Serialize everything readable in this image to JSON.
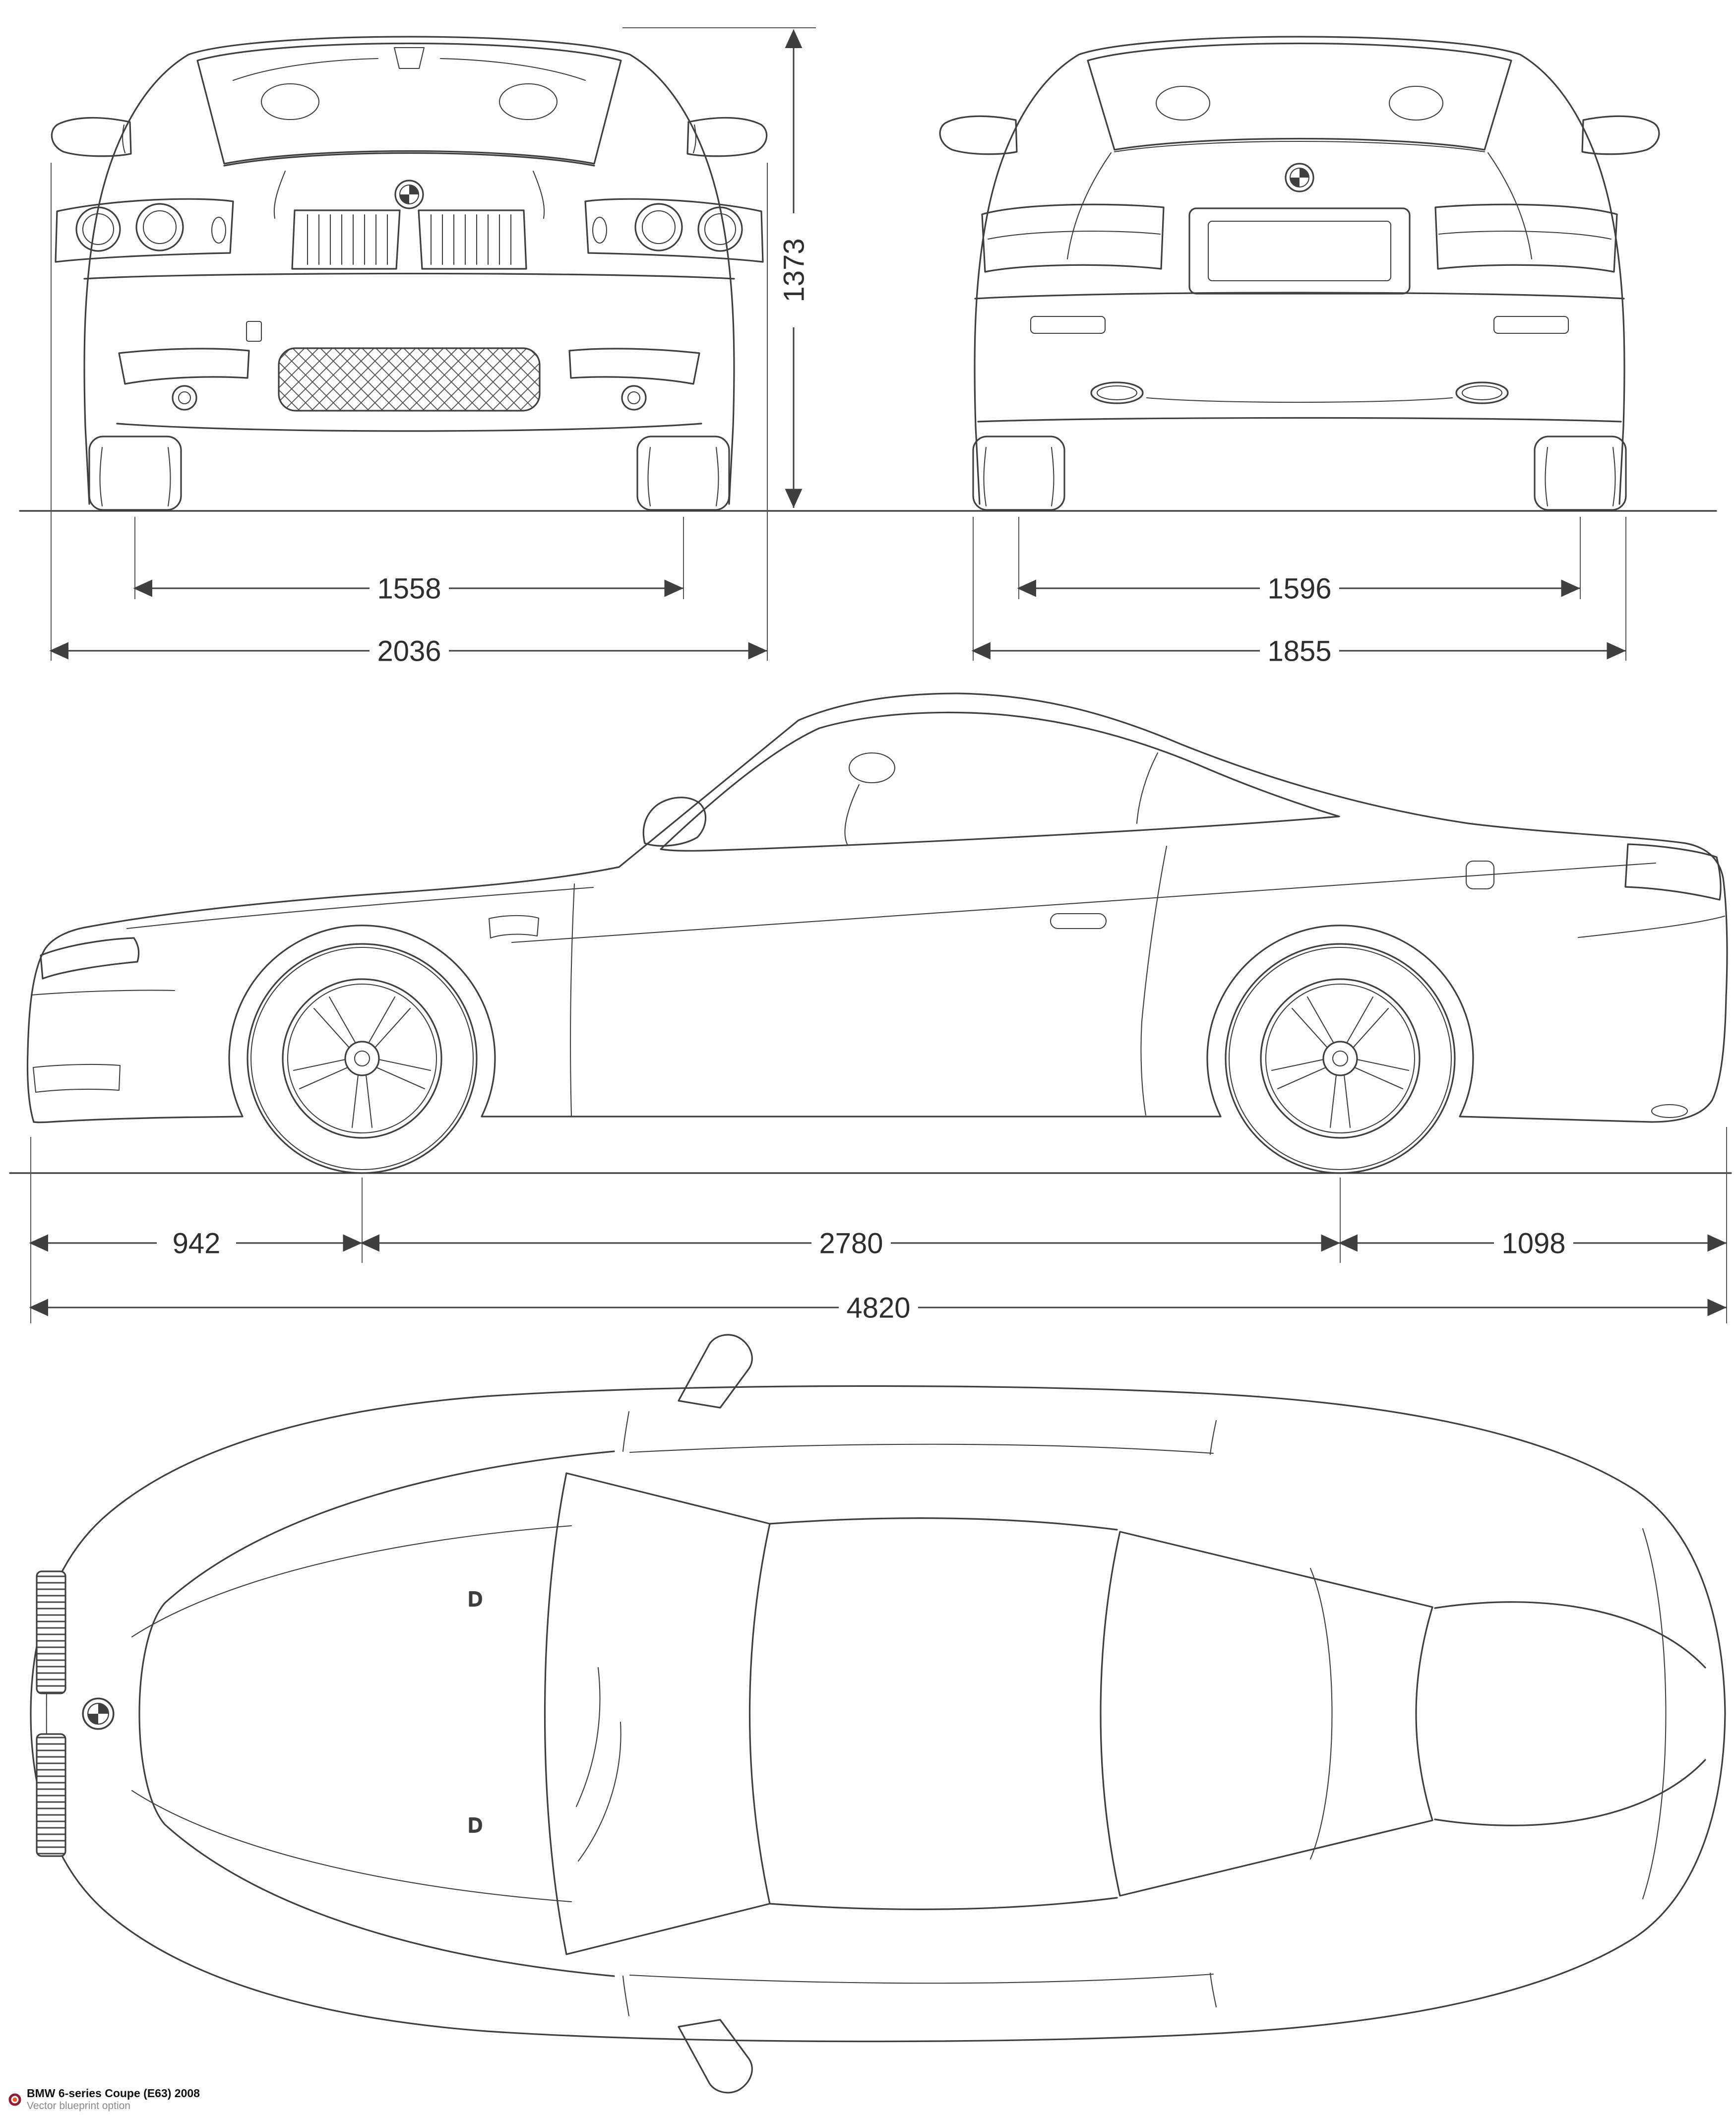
{
  "footer": {
    "title": "BMW 6-series Coupe (E63) 2008",
    "subtitle": "Vector blueprint option"
  },
  "dimensions_mm": {
    "height": "1373",
    "front_track": "1558",
    "front_width_mirrors": "2036",
    "rear_track": "1596",
    "rear_width": "1855",
    "front_overhang": "942",
    "wheelbase": "2780",
    "rear_overhang": "1098",
    "overall_length": "4820"
  },
  "top_view": {
    "door_marker_left": "D",
    "door_marker_right": "D"
  },
  "icons": {
    "bmw_roundel": "bmw-roundel-icon",
    "logo": "blueprint-site-logo"
  },
  "colors": {
    "line": "#3f3f3f",
    "label_text": "#2e2e2e",
    "logo_ring": "#8d1f35",
    "logo_dot": "#f05a28",
    "subtitle_text": "#8a8a8a"
  }
}
